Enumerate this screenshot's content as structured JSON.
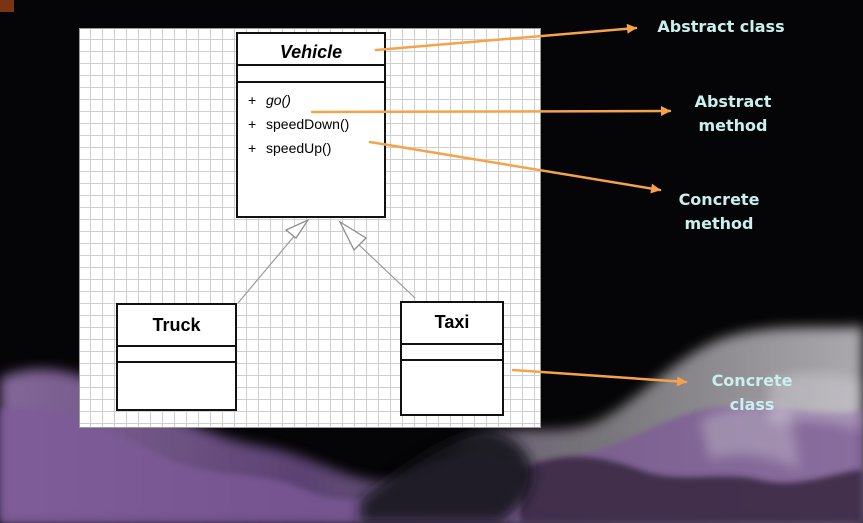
{
  "classes": {
    "vehicle": {
      "name": "Vehicle",
      "operations": [
        {
          "visibility": "+",
          "signature": "go()"
        },
        {
          "visibility": "+",
          "signature": "speedDown()"
        },
        {
          "visibility": "+",
          "signature": "speedUp()"
        }
      ]
    },
    "truck": {
      "name": "Truck"
    },
    "taxi": {
      "name": "Taxi"
    }
  },
  "callouts": {
    "abstract_class": "Abstract class",
    "abstract_method": [
      "Abstract",
      "method"
    ],
    "concrete_method": [
      "Concrete",
      "method"
    ],
    "concrete_class": [
      "Concrete",
      "class"
    ]
  },
  "colors": {
    "callout_text": "#c9f0ee",
    "arrow": "#f5a34a",
    "background": "#050406",
    "smoke_purple": "#7e5a99"
  }
}
